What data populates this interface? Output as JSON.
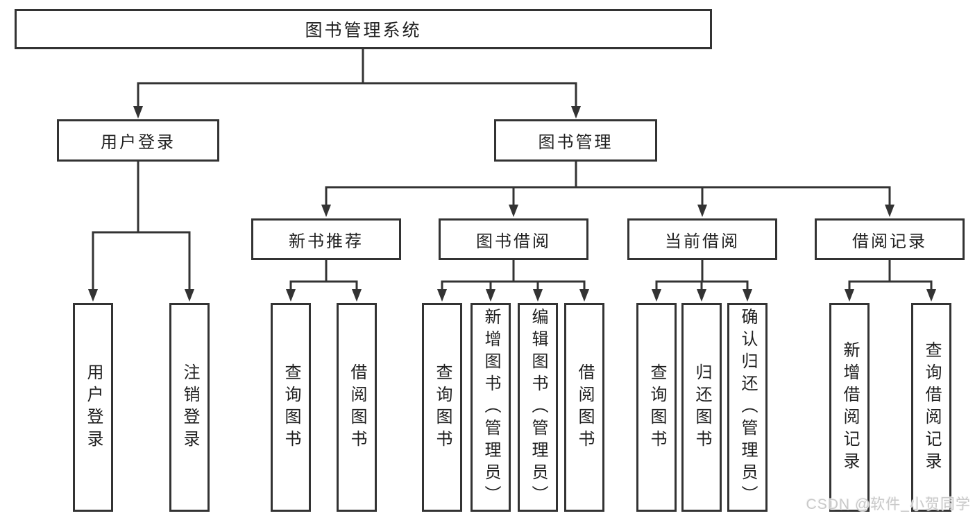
{
  "nodes": {
    "root": {
      "label": "图书管理系统"
    },
    "user_login": {
      "label": "用户登录",
      "children": [
        {
          "label": "用户登录"
        },
        {
          "label": "注销登录"
        }
      ]
    },
    "book_mgmt": {
      "label": "图书管理",
      "sections": [
        {
          "label": "新书推荐",
          "children": [
            {
              "label": "查询图书"
            },
            {
              "label": "借阅图书"
            }
          ]
        },
        {
          "label": "图书借阅",
          "children": [
            {
              "label": "查询图书"
            },
            {
              "label": "新增图书（管理员）"
            },
            {
              "label": "编辑图书（管理员）"
            },
            {
              "label": "借阅图书"
            }
          ]
        },
        {
          "label": "当前借阅",
          "children": [
            {
              "label": "查询图书"
            },
            {
              "label": "归还图书"
            },
            {
              "label": "确认归还（管理员）"
            }
          ]
        },
        {
          "label": "借阅记录",
          "children": [
            {
              "label": "新增借阅记录"
            },
            {
              "label": "查询借阅记录"
            }
          ]
        }
      ]
    }
  },
  "watermark": "CSDN @软件_小贺同学",
  "colors": {
    "line": "#333333",
    "box_border": "#333333",
    "box_background": "#ffffff",
    "text": "#1f1f1f",
    "watermark": "#c9c9c9",
    "page_background": "#ffffff"
  }
}
